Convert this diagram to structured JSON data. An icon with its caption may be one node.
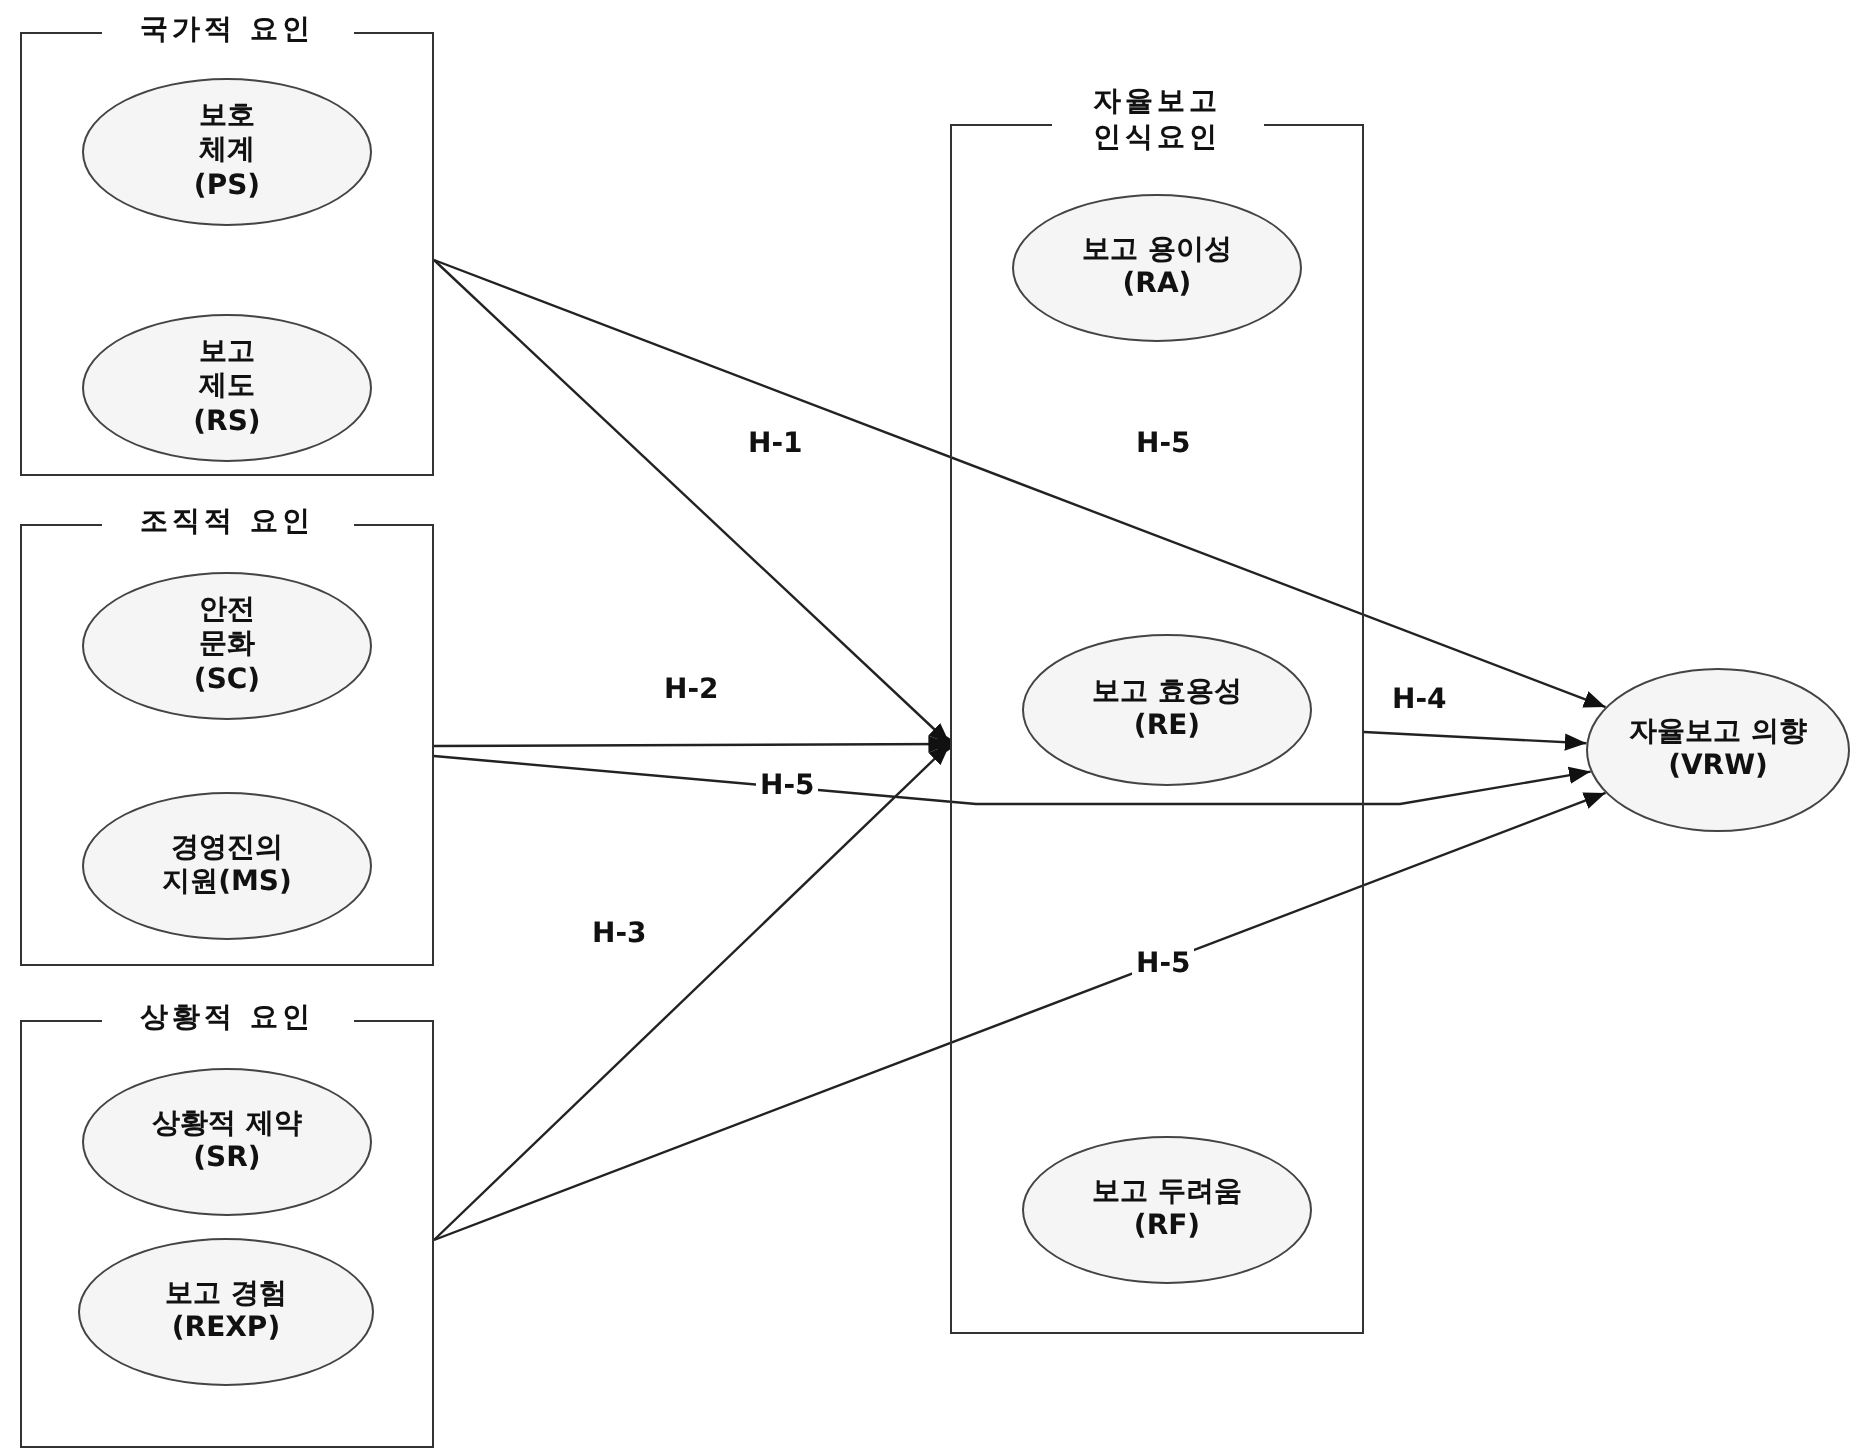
{
  "diagram": {
    "nodes": [
      {
        "text": [
          "국가적 요인"
        ]
      },
      {
        "text": [
          "보호 체계 (PS)"
        ],
        "in": 0
      },
      {
        "text": [
          "보고 제도 (RS)"
        ],
        "in": 0
      },
      {
        "text": [
          "조직적 요인"
        ]
      },
      {
        "text": [
          "안전 문화 (SC)"
        ],
        "in": 3
      },
      {
        "text": [
          "경영진의 지원(MS)"
        ],
        "in": 3
      },
      {
        "text": [
          "상황적 요인"
        ]
      },
      {
        "text": [
          "상황적 제약(SR)"
        ],
        "in": 6
      },
      {
        "text": [
          "보고 경험(REXP)"
        ],
        "in": 6
      },
      {
        "text": [
          "자율보고 인식요인"
        ]
      },
      {
        "text": [
          "보고 용이성(RA)"
        ],
        "in": 9
      },
      {
        "text": [
          "보고 효용성(RE)"
        ],
        "in": 9
      },
      {
        "text": [
          "보고 두려움(RF)"
        ],
        "in": 9
      },
      {
        "text": [
          "자율보고 의향(VRW)"
        ]
      }
    ],
    "edges": [
      {
        "from": 0,
        "to": 9,
        "arrow": "to",
        "label": "H-1"
      },
      {
        "from": 0,
        "to": 13,
        "arrow": "to",
        "label": "H-5"
      },
      {
        "from": 3,
        "to": 9,
        "arrow": "to",
        "label": "H-2"
      },
      {
        "from": 3,
        "to": 13,
        "arrow": "to",
        "label": "H-5"
      },
      {
        "from": 6,
        "to": 9,
        "arrow": "to",
        "label": "H-3"
      },
      {
        "from": 6,
        "to": 13,
        "arrow": "to",
        "label": "H-5"
      },
      {
        "from": 9,
        "to": 13,
        "arrow": "to",
        "label": "H-4"
      }
    ]
  }
}
